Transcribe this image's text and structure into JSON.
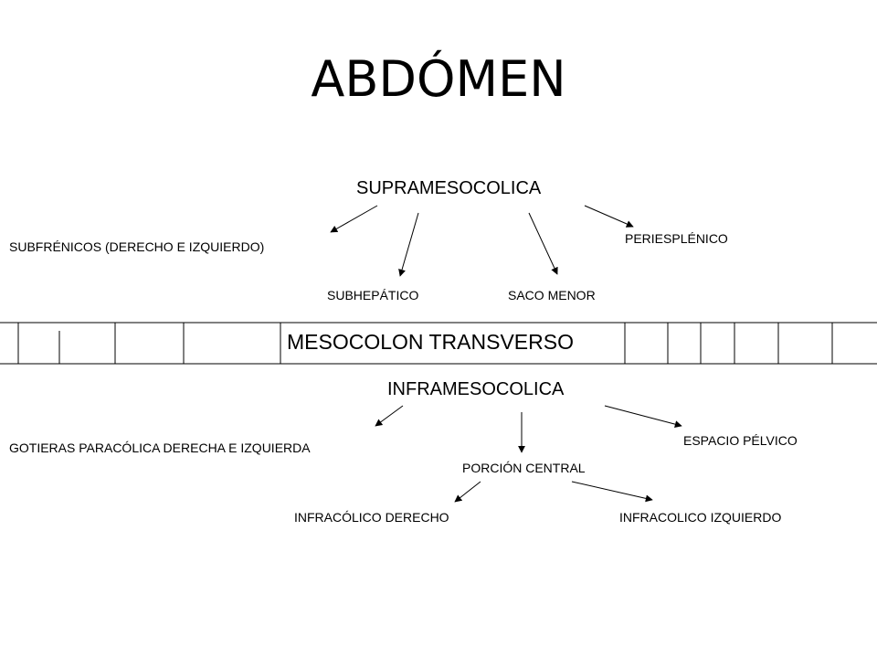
{
  "diagram": {
    "title": "ABDÓMEN",
    "upper": {
      "heading": "SUPRAMESOCOLICA",
      "items": [
        "SUBFRÉNICOS (DERECHO E IZQUIERDO)",
        "SUBHEPÁTICO",
        "SACO MENOR",
        "PERIESPLÉNICO"
      ]
    },
    "band_label": "MESOCOLON TRANSVERSO",
    "lower": {
      "heading": "INFRAMESOCOLICA",
      "items": [
        "GOTIERAS PARACÓLICA DERECHA E IZQUIERDA",
        "PORCIÓN CENTRAL",
        "ESPACIO PÉLVICO"
      ],
      "central_items": [
        "INFRACÓLICO DERECHO",
        "INFRACOLICO IZQUIERDO"
      ]
    }
  }
}
